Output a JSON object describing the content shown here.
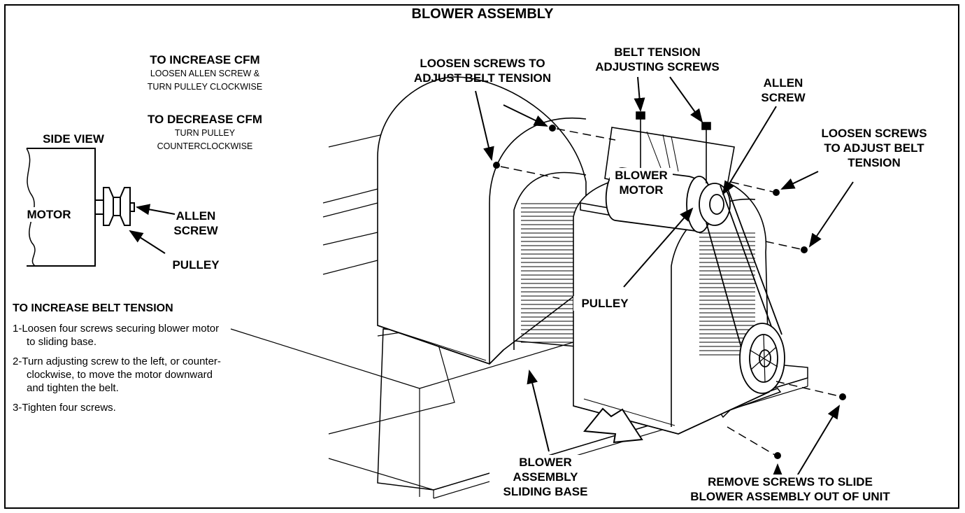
{
  "title": "BLOWER ASSEMBLY",
  "cfm": {
    "increase_head": "TO INCREASE CFM",
    "increase_line1": "LOOSEN ALLEN SCREW &",
    "increase_line2": "TURN PULLEY CLOCKWISE",
    "decrease_head": "TO DECREASE CFM",
    "decrease_line1": "TURN PULLEY",
    "decrease_line2": "COUNTERCLOCKWISE"
  },
  "side_view": {
    "title": "SIDE VIEW",
    "motor": "MOTOR",
    "allen_line1": "ALLEN",
    "allen_line2": "SCREW",
    "pulley": "PULLEY"
  },
  "belt_tension": {
    "heading": "TO INCREASE BELT TENSION",
    "steps": [
      "1-Loosen four screws securing blower motor to sliding base.",
      "2-Turn adjusting screw to the left, or counter-clockwise, to move the motor downward and tighten the belt.",
      "3-Tighten four screws."
    ]
  },
  "callouts": {
    "loosen_left_1": "LOOSEN SCREWS TO",
    "loosen_left_2": "ADJUST BELT TENSION",
    "adjusting_1": "BELT TENSION",
    "adjusting_2": "ADJUSTING SCREWS",
    "allen_1": "ALLEN",
    "allen_2": "SCREW",
    "loosen_right_1": "LOOSEN SCREWS",
    "loosen_right_2": "TO ADJUST BELT",
    "loosen_right_3": "TENSION",
    "blower_1": "BLOWER",
    "blower_2": "MOTOR",
    "pulley": "PULLEY",
    "base_1": "BLOWER",
    "base_2": "ASSEMBLY",
    "base_3": "SLIDING BASE",
    "remove_1": "REMOVE SCREWS TO SLIDE",
    "remove_2": "BLOWER ASSEMBLY OUT OF UNIT"
  }
}
